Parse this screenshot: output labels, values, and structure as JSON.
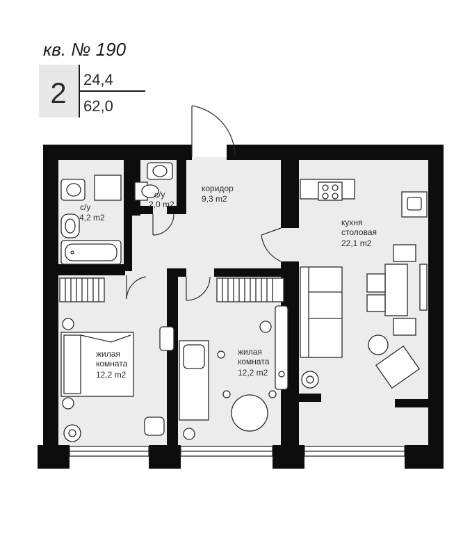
{
  "apartment": {
    "title": "кв. № 190",
    "rooms_count": "2",
    "living_area": "24,4",
    "total_area": "62,0"
  },
  "rooms": [
    {
      "id": "corridor",
      "name_line1": "коридор",
      "name_line2": "",
      "area": "9,3 m2"
    },
    {
      "id": "bathroom",
      "name_line1": "с/у",
      "name_line2": "",
      "area": "4,2 m2"
    },
    {
      "id": "wc",
      "name_line1": "с/у",
      "name_line2": "",
      "area": "2,0 m2"
    },
    {
      "id": "kitchen",
      "name_line1": "кухня",
      "name_line2": "столовая",
      "area": "22,1 m2"
    },
    {
      "id": "bedroom-left",
      "name_line1": "жилая",
      "name_line2": "комната",
      "area": "12,2 m2"
    },
    {
      "id": "bedroom-middle",
      "name_line1": "жилая",
      "name_line2": "комната",
      "area": "12,2 m2"
    }
  ],
  "colors": {
    "wall": "#0d0d0d",
    "floor": "#ececec",
    "badge": "#e8e8e8"
  }
}
